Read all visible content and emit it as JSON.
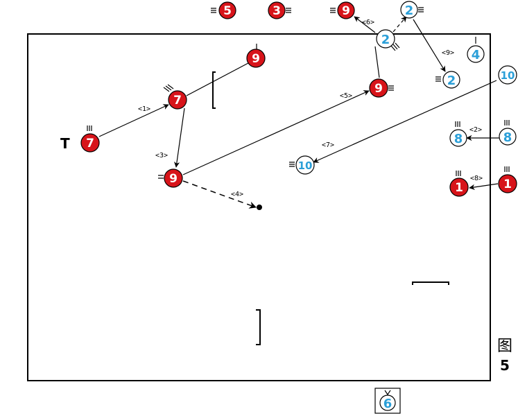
{
  "caption": {
    "prefix": "图",
    "number": "5"
  },
  "colors": {
    "red_team": "#d7141a",
    "blue_team": "#2b9fd8",
    "line": "#000000"
  },
  "red_players": [
    "5",
    "3",
    "9",
    "9",
    "7",
    "7",
    "9",
    "9",
    "1",
    "1"
  ],
  "blue_players": [
    "2",
    "2",
    "4",
    "10",
    "2",
    "8",
    "8",
    "10",
    "6"
  ],
  "coach_marker": "T",
  "step_labels": [
    "<1>",
    "<2>",
    "<3>",
    "<4>",
    "<5>",
    "<6>",
    "<7>",
    "<8>",
    "<9>"
  ]
}
